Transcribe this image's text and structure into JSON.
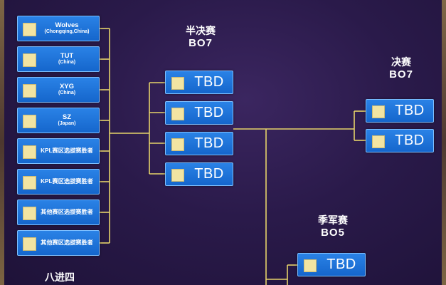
{
  "accent_line_color": "#e6d36a",
  "slot_color": "#1f74dc",
  "stages": {
    "quarter": {
      "title": "八进四"
    },
    "semi": {
      "title": "半决赛",
      "format": "BO7"
    },
    "final": {
      "title": "决赛",
      "format": "BO7"
    },
    "third": {
      "title": "季军赛",
      "format": "BO5"
    }
  },
  "teams": [
    {
      "name": "Wolves",
      "region": "(Chongqing,China)"
    },
    {
      "name": "TUT",
      "region": "(China)"
    },
    {
      "name": "XYG",
      "region": "(China)"
    },
    {
      "name": "SZ",
      "region": "(Japan)"
    },
    {
      "name": "KPL赛区选拔赛胜者"
    },
    {
      "name": "KPL赛区选拔赛胜者"
    },
    {
      "name": "其他赛区选拔赛胜者"
    },
    {
      "name": "其他赛区选拔赛胜者"
    }
  ],
  "semi_slots": [
    "TBD",
    "TBD",
    "TBD",
    "TBD"
  ],
  "final_slots": [
    "TBD",
    "TBD"
  ],
  "third_slots": [
    "TBD"
  ]
}
